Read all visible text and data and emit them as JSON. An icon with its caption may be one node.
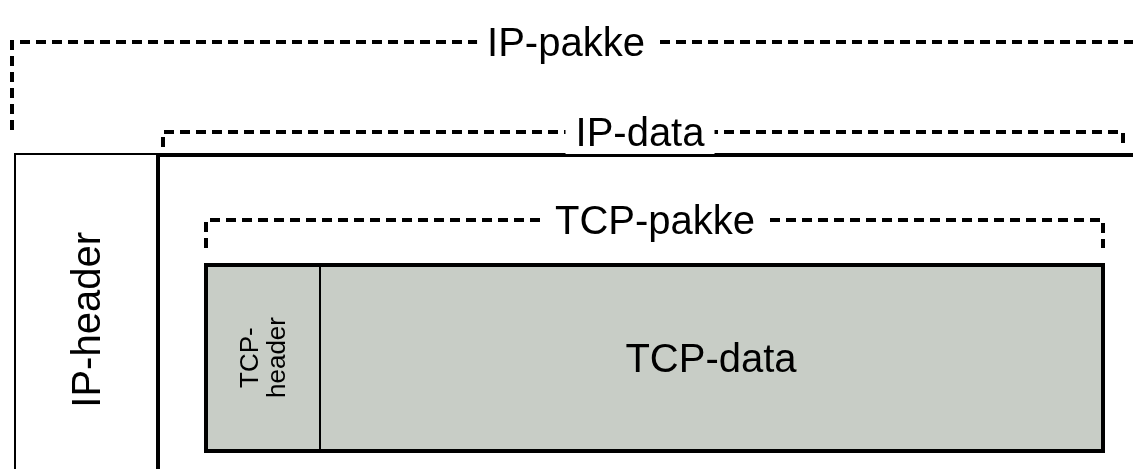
{
  "diagram": {
    "nodes": [
      {
        "text": [
          "IP-header"
        ]
      },
      {
        "text": [
          "TCP- header"
        ]
      },
      {
        "text": [
          "TCP-data"
        ]
      }
    ],
    "labels": [
      "IP-pakke",
      "IP-data",
      "TCP-pakke"
    ]
  }
}
